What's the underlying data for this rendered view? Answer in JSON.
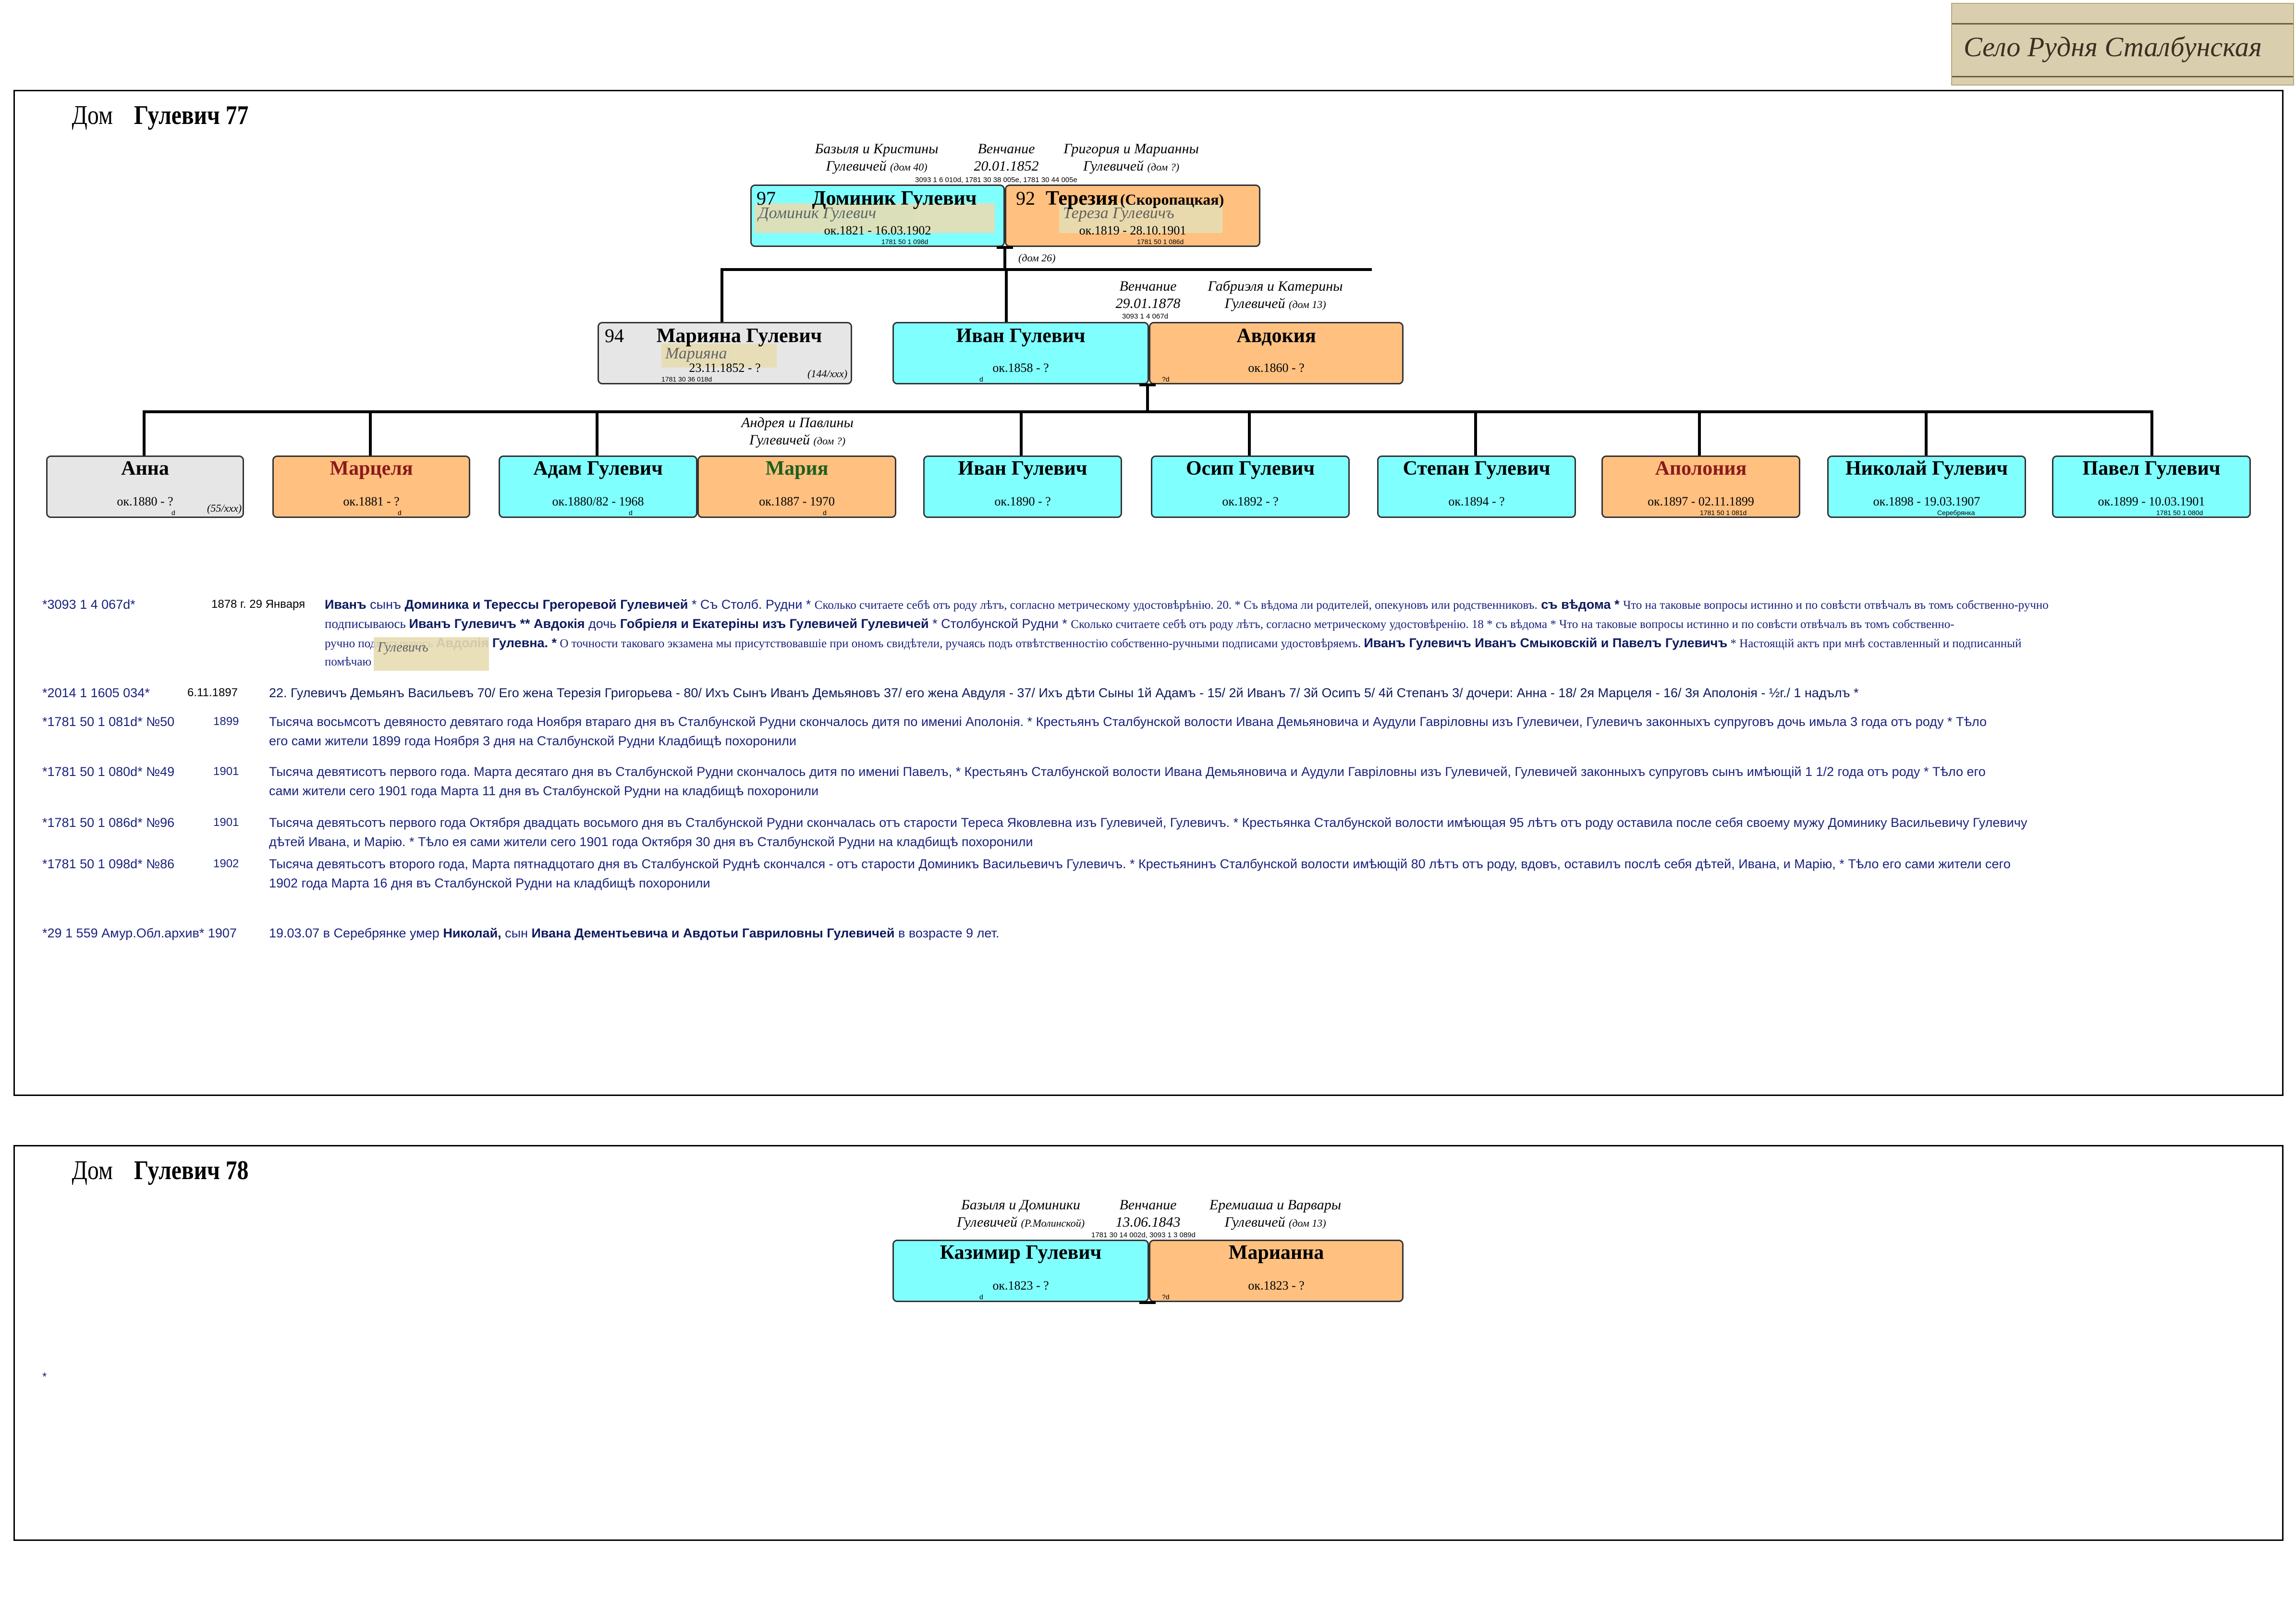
{
  "photo_caption": "Село Рудня Сталбунская",
  "house1": {
    "word": "Дом",
    "name": "Гулевич 77",
    "parents_left": [
      "Базыля и Кристины",
      "Гулевичей",
      "(дом 40)"
    ],
    "wedding1_label": "Венчание",
    "wedding1_date": "20.01.1852",
    "parents_right": [
      "Григория и Марианны",
      "Гулевичей",
      "(дом ?)"
    ],
    "wedding1_refs": "3093 1 6 010d, 1781 30 38 005e, 1781 30 44 005e",
    "dominik": {
      "num": "97",
      "name": "Доминик Гулевич",
      "dates": "ок.1821 - 16.03.1902",
      "ref": "1781 50 1 098d"
    },
    "terezia": {
      "num": "92",
      "name": "Терезия",
      "maiden": "(Скоропацкая)",
      "dates": "ок.1819 - 28.10.1901",
      "ref": "1781 50 1 086d"
    },
    "dom26": "(дом 26)",
    "wedding2_label": "Венчание",
    "wedding2_date": "29.01.1878",
    "wedding2_ref": "3093 1 4 067d",
    "parents_right2": [
      "Габриэля и Катерины",
      "Гулевичей",
      "(дом 13)"
    ],
    "mariana": {
      "num": "94",
      "name": "Марияна Гулевич",
      "dates": "23.11.1852 - ?",
      "ref": "1781 30 36 018d",
      "tag": "(144/xxx)"
    },
    "ivan": {
      "name": "Иван Гулевич",
      "dates": "ок.1858 - ?",
      "mark": "d"
    },
    "avdokia": {
      "name": "Авдокия",
      "dates": "ок.1860 - ?",
      "mark": "?d"
    },
    "maria_parents": [
      "Андрея и Павлины",
      "Гулевичей",
      "(дом ?)"
    ],
    "children": [
      {
        "name": "Анна",
        "dates": "ок.1880 - ?",
        "mark": "d",
        "tag": "(55/xxx)"
      },
      {
        "name": "Марцеля",
        "dates": "ок.1881 - ?",
        "mark": "d"
      },
      {
        "name": "Адам Гулевич",
        "dates": "ок.1880/82 - 1968",
        "mark": "d"
      },
      {
        "name": "Мария",
        "dates": "ок.1887 - 1970",
        "mark": "d"
      },
      {
        "name": "Иван Гулевич",
        "dates": "ок.1890 - ?"
      },
      {
        "name": "Осип Гулевич",
        "dates": "ок.1892 - ?"
      },
      {
        "name": "Степан Гулевич",
        "dates": "ок.1894 - ?"
      },
      {
        "name": "Аполония",
        "dates": "ок.1897 - 02.11.1899",
        "mark": "1781 50 1 081d"
      },
      {
        "name": "Николай Гулевич",
        "dates": "ок.1898 - 19.03.1907",
        "mark": "Серебрянка"
      },
      {
        "name": "Павел Гулевич",
        "dates": "ок.1899 - 10.03.1901",
        "mark": "1781 50 1 080d"
      }
    ],
    "records": [
      {
        "key": "*3093 1 4 067d*",
        "year": "1878 г.  29 Января",
        "l1a": "Иванъ",
        "l1b": " сынъ ",
        "l1c": "Доминика и Терессы Грегоревой Гулевичей",
        "l1d": " * Съ Столб. Рудни * ",
        "l1e": "Сколько считаете себѣ отъ роду лѣтъ, согласно метрическому удостовѣрѣнію. 20. * Съ вѣдома ли родителей, опекуновъ или родственниковъ.",
        "l1f": " съ вѣдома * ",
        "l1g": "Что на таковые вопросы истинно и по совѣсти отвѣчалъ въ томъ собственно-ручно",
        "l2a": "подписываюсь ",
        "l2b": "Иванъ Гулевичъ",
        "l2c": "   **  ",
        "l2d": "Авдокія",
        "l2e": " дочь ",
        "l2f": "Гобріеля и Екатеріны изъ Гулевичей Гулевичей",
        "l2g": "  * Столбунской Рудни  * ",
        "l2h": "Сколько считаете себѣ отъ роду лѣтъ, согласно метрическому удостовѣренію. 18  *  съ вѣдома  *   Что на таковые вопросы истинно и по совѣсти отвѣчалъ въ томъ собственно-",
        "l3a": "ручно подписываюсь ",
        "l3b": "Авдолія  Гулевна. *",
        "l3c": " О точности таковаго экзамена мы присутствовавшіе при ономъ свидѣтели, ручаясь подъ отвѣтственностію собственно-ручными подписами удостовѣряемъ.  ",
        "l3d": "Иванъ Гулевичъ Иванъ Смыковскій и Павелъ Гулевичъ",
        "l3e": " * Настоящій актъ при мнѣ составленный и подписанный",
        "l4a": "помѣчаю"
      },
      {
        "key": "*2014 1 1605 034*",
        "year": "6.11.1897",
        "text": "22. Гулевичъ Демьянъ Васильевъ 70/ Его жена Терезія Григорьева - 80/ Ихъ Сынъ Иванъ Демьяновъ 37/ его жена Авдуля - 37/ Ихъ дѣти Сыны 1й Адамъ - 15/ 2й Иванъ 7/ 3й Осипъ 5/ 4й Степанъ 3/ дочери: Анна - 18/ 2я Марцеля - 16/ 3я Аполонія - ½г./ 1 надълъ *"
      },
      {
        "key": "*1781 50 1 081d* №50",
        "year": "1899",
        "line1": "Тысяча восьмсотъ девяносто девятаго года Ноября втараго дня въ Сталбунской Рудни скончалось дитя по имениі Аполонія. * Крестьянъ Сталбунской волости Ивана Демьяновича и Аудули Гавріловны изъ Гулевичеи, Гулевичъ законныхъ супруговъ дочь имьла 3 года отъ роду * Тѣло",
        "line2": "его сами жители 1899 года Ноября 3 дня на Сталбунской Рудни Кладбищѣ похоронили"
      },
      {
        "key": "*1781 50 1 080d* №49",
        "year": "1901",
        "line1": "Тысяча девятисотъ первого года. Марта десятаго дня въ Сталбунской Рудни скончалось дитя по имениі Павелъ, * Крестьянъ Сталбунской волости Ивана Демьяновича и Аудули Гаврiловны изъ Гулевичей, Гулевичей законныхъ супруговъ сынъ имѣющій 1 1/2 года отъ роду * Тѣло его",
        "line2": "сами жители сего 1901 года Марта 11 дня въ Сталбунской Рудни на кладбищѣ похоронили"
      },
      {
        "key": "*1781 50 1 086d* №96",
        "year": "1901",
        "line1": "Тысяча девятьсотъ первого года Октября двадцать восьмого дня въ Сталбунской Рудни скончалась отъ старости Тереса Яковлевна изъ Гулевичей, Гулевичъ. * Крестьянка Сталбунской волости имѣющая 95 лѣтъ отъ роду оставила после себя своему мужу Доминику Васильевичу Гулевичу",
        "line2": "дѣтей Ивана, и Марію. * Тѣло ея сами жители сего 1901 года Октября 30 дня въ Сталбунской Рудни на кладбищѣ похоронили"
      },
      {
        "key": "*1781 50 1 098d* №86",
        "year": "1902",
        "line1": "Тысяча девятьсотъ второго года, Марта пятнадцотаго дня въ Сталбунской Руднѣ скончался - отъ старости Доминикъ Васильевичъ Гулевичъ. * Крестьянинъ Сталбунской волости имѣющій 80 лѣтъ отъ роду, вдовъ, оставилъ послѣ себя дѣтей, Ивана, и Марію, * Тѣло его сами жители сего",
        "line2": "1902 года Марта 16 дня въ Сталбунской Рудни на кладбищѣ похоронили"
      },
      {
        "key": "*29 1 559 Амур.Обл.архив* 1907",
        "line1a": "19.03.07 в Серебрянке умер ",
        "line1b": "Николай,",
        "line1c": " сын ",
        "line1d": "Ивана Дементьевича и Авдотьи Гавриловны Гулевичей",
        "line1e": " в возрасте 9 лет."
      }
    ]
  },
  "house2": {
    "word": "Дом",
    "name": "Гулевич 78",
    "parents_left": [
      "Базыля и Доминики",
      "Гулевичей",
      "(Р.Молинской)"
    ],
    "wedding_label": "Венчание",
    "wedding_date": "13.06.1843",
    "parents_right": [
      "Еремиаша и Варвары",
      "Гулевичей",
      "(дом 13)"
    ],
    "wedding_refs": "1781 30 14 002d, 3093 1 3 089d",
    "husband": {
      "name": "Казимир Гулевич",
      "dates": "ок.1823 - ?",
      "mark": "d"
    },
    "wife": {
      "name": "Марианна",
      "dates": "ок.1823 - ?",
      "mark": "?d"
    },
    "note": "*"
  }
}
